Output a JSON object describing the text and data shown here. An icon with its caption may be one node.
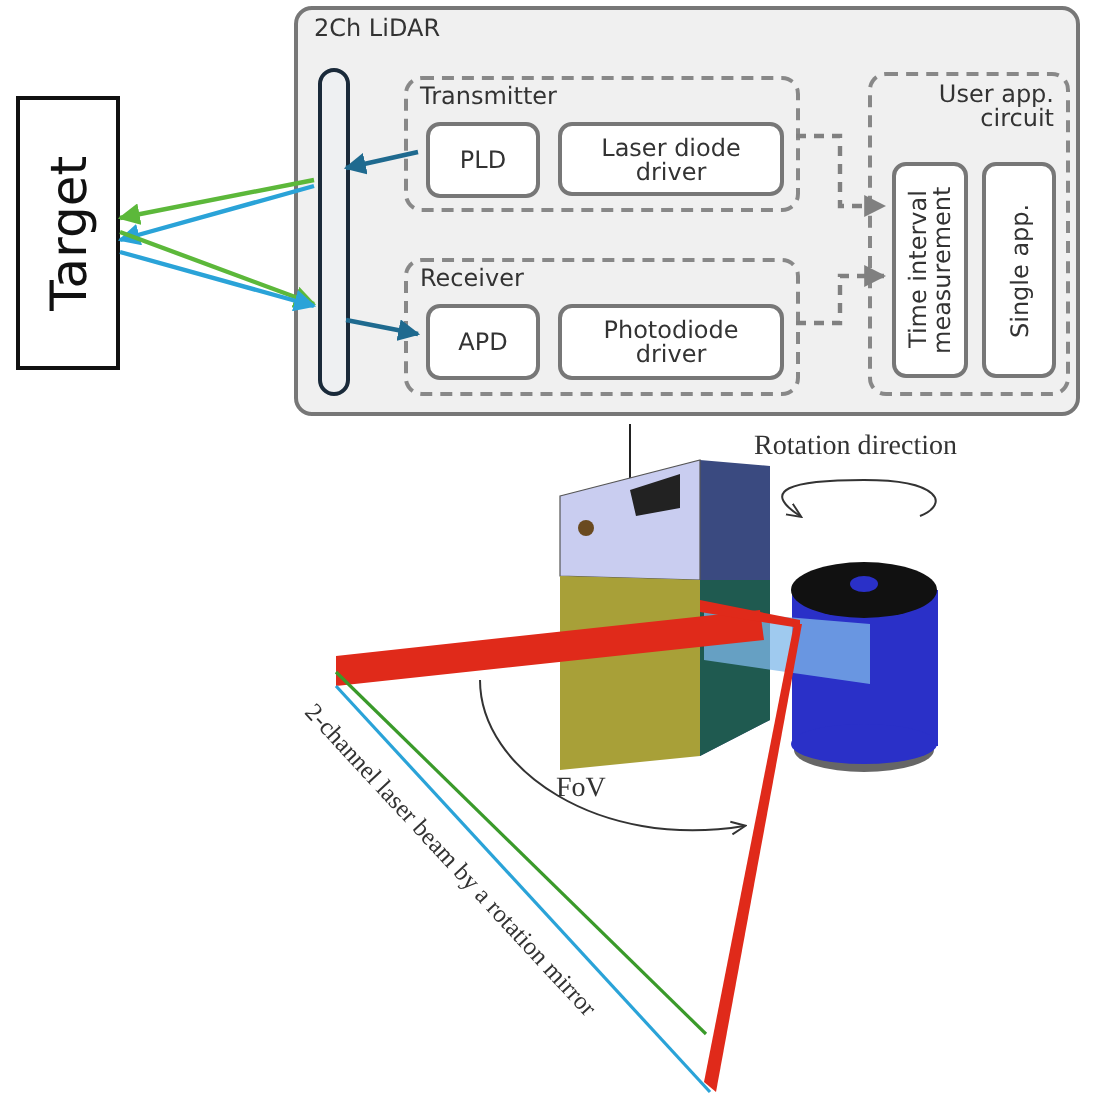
{
  "diagram": {
    "nodes": [
      {
        "text": [
          "Target"
        ]
      },
      {
        "text": [
          "2Ch LiDAR"
        ]
      },
      {
        "text": [],
        "shape": "box",
        "in": 1
      },
      {
        "text": [
          "Transmitter"
        ],
        "in": 1
      },
      {
        "text": [
          "PLD"
        ],
        "in": 3
      },
      {
        "text": [
          "Laser diode driver"
        ],
        "in": 3
      },
      {
        "text": [
          "Receiver"
        ],
        "in": 1
      },
      {
        "text": [
          "APD"
        ],
        "in": 6
      },
      {
        "text": [
          "Photodiode driver"
        ],
        "in": 6
      },
      {
        "text": [
          "User app. circuit"
        ],
        "in": 1
      },
      {
        "text": [
          "Time interval measurement"
        ],
        "in": 9
      },
      {
        "text": [
          "Single app."
        ],
        "in": 9
      }
    ],
    "edges": [
      {
        "from": 4,
        "to": 2,
        "arrow": "to"
      },
      {
        "from": 2,
        "to": 7,
        "arrow": "to"
      },
      {
        "from": 2,
        "to": 0,
        "arrow": "to",
        "color": "#5cb83a"
      },
      {
        "from": 2,
        "to": 0,
        "arrow": "to",
        "color": "#2aa3d8"
      },
      {
        "from": 0,
        "to": 2,
        "arrow": "to",
        "color": "#5cb83a"
      },
      {
        "from": 0,
        "to": 2,
        "arrow": "to",
        "color": "#2aa3d8"
      },
      {
        "from": 3,
        "to": 10,
        "arrow": "to",
        "style": "dashed",
        "color": "#808080"
      },
      {
        "from": 6,
        "to": 10,
        "arrow": "to",
        "style": "dashed",
        "color": "#808080"
      }
    ],
    "labels": [
      "Rotation direction",
      "FoV",
      "2-channel laser beam by a rotation mirror"
    ]
  }
}
